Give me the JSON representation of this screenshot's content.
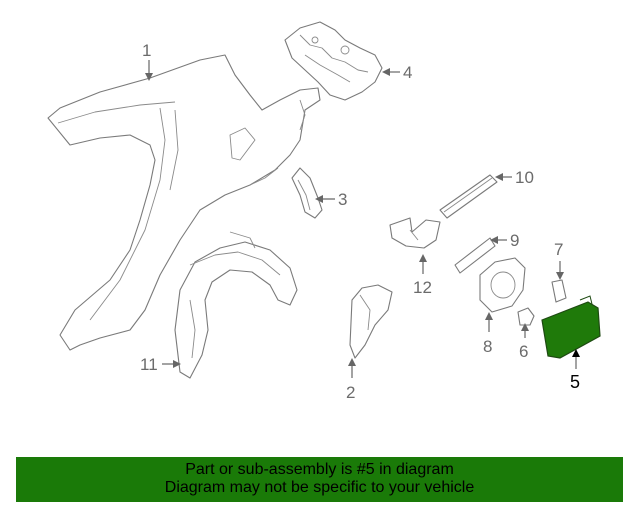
{
  "callouts": [
    {
      "id": "1",
      "text": "1",
      "highlight": false
    },
    {
      "id": "2",
      "text": "2",
      "highlight": false
    },
    {
      "id": "3",
      "text": "3",
      "highlight": false
    },
    {
      "id": "4",
      "text": "4",
      "highlight": false
    },
    {
      "id": "5",
      "text": "5",
      "highlight": true
    },
    {
      "id": "6",
      "text": "6",
      "highlight": false
    },
    {
      "id": "7",
      "text": "7",
      "highlight": false
    },
    {
      "id": "8",
      "text": "8",
      "highlight": false
    },
    {
      "id": "9",
      "text": "9",
      "highlight": false
    },
    {
      "id": "10",
      "text": "10",
      "highlight": false
    },
    {
      "id": "11",
      "text": "11",
      "highlight": false
    },
    {
      "id": "12",
      "text": "12",
      "highlight": false
    }
  ],
  "colors": {
    "highlight_part": "#1f7a0a",
    "banner": "#1a7a08"
  },
  "banner": {
    "line1": "Part or sub-assembly is #5 in diagram",
    "line2": "Diagram may not be specific to your vehicle"
  }
}
